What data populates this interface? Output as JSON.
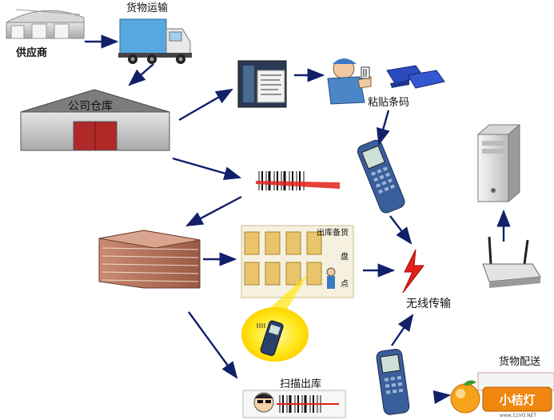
{
  "labels": {
    "supplier": "供应商",
    "transport": "货物运输",
    "company_warehouse": "公司仓库",
    "apply_barcode": "粘贴条码",
    "outbound_prep": "出库备货",
    "inventory_pan": "盘",
    "inventory_dian": "点",
    "wireless": "无线传输",
    "scan_outbound": "扫描出库",
    "delivery": "货物配送",
    "brand": "小桔灯",
    "brand_url": "www.11VO.NET"
  },
  "colors": {
    "arrow": "#12206a",
    "bolt": "#e3201a",
    "door": "#b02828",
    "truck_box": "#57a8e0",
    "building": "#b87962",
    "glow": "#ffe71a",
    "brand_orange": "#f0860f"
  },
  "icons": {
    "warehouse_top": "warehouse-icon",
    "truck": "truck-icon",
    "company_warehouse": "warehouse-icon",
    "printer": "barcode-printer-icon",
    "worker": "worker-icon",
    "labels": "barcode-label-icon",
    "scanner": "handheld-scanner-icon",
    "laser": "barcode-laser-icon",
    "building": "warehouse-building-icon",
    "racks": "storage-rack-icon",
    "bolt": "lightning-icon",
    "server": "server-icon",
    "router": "wireless-router-icon",
    "brand": "orange-logo-icon"
  }
}
